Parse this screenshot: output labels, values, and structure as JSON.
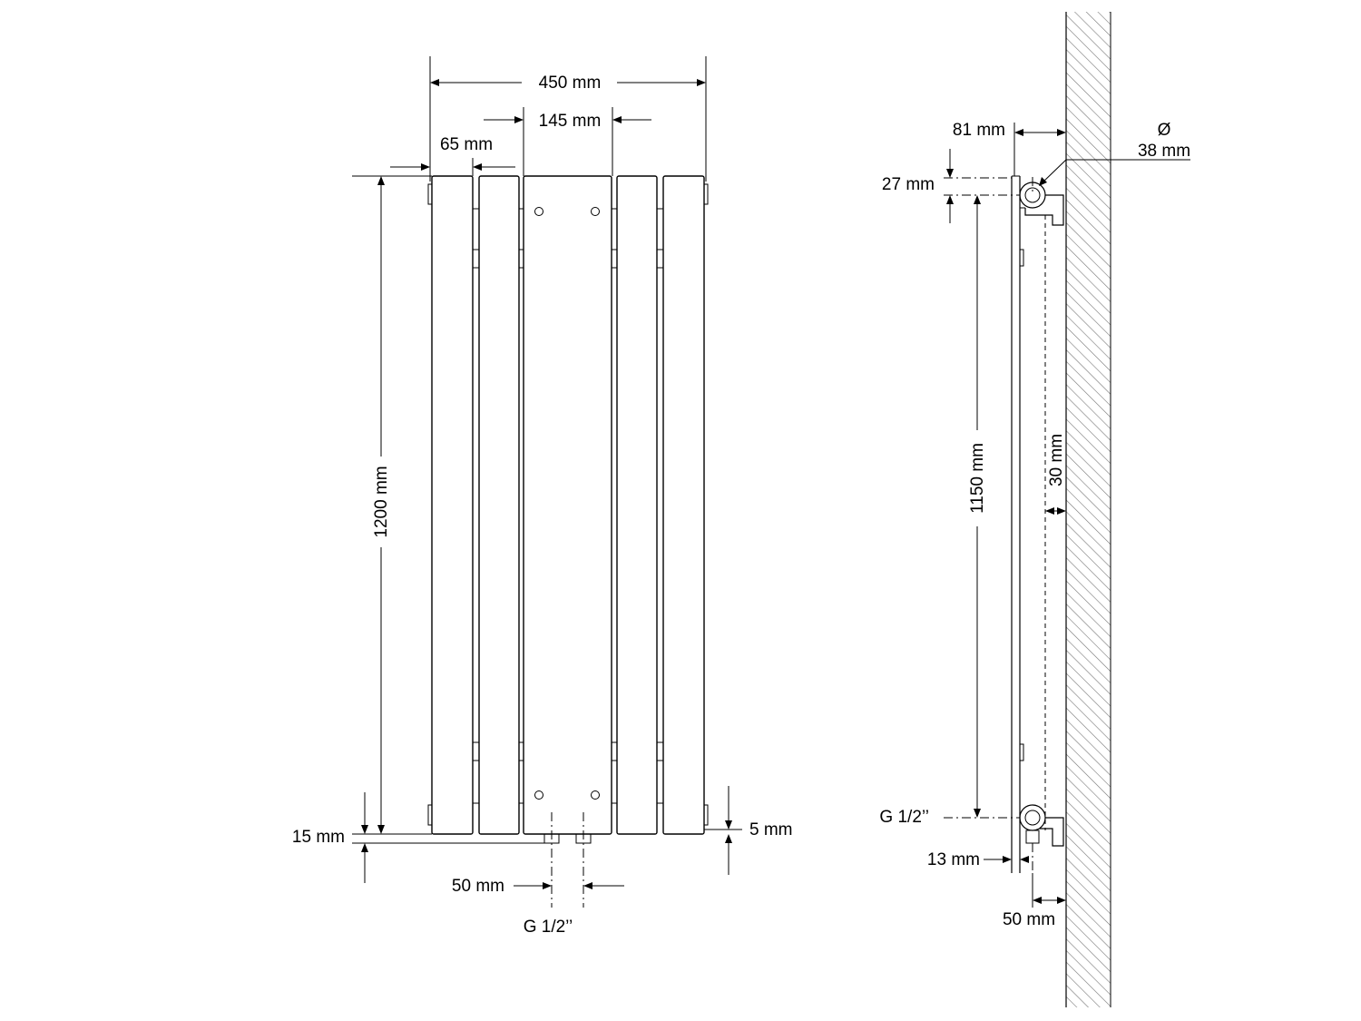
{
  "front_view": {
    "dim_total_width": "450 mm",
    "dim_center_panel_width": "145 mm",
    "dim_panel_width": "65 mm",
    "dim_height": "1200 mm",
    "dim_bottom_offset": "15 mm",
    "dim_bottom_gap": "5 mm",
    "dim_pipe_spacing": "50 mm",
    "connection_thread": "G 1/2’’"
  },
  "side_view": {
    "dim_wall_distance": "81 mm",
    "dim_tube_diameter_symbol": "Ø",
    "dim_tube_diameter": "38 mm",
    "dim_top_offset": "27 mm",
    "dim_vertical_span": "1150 mm",
    "dim_rear_gap": "30 mm",
    "connection_thread": "G 1/2’’",
    "dim_panel_thickness": "13 mm",
    "dim_pipe_wall_distance": "50 mm"
  }
}
